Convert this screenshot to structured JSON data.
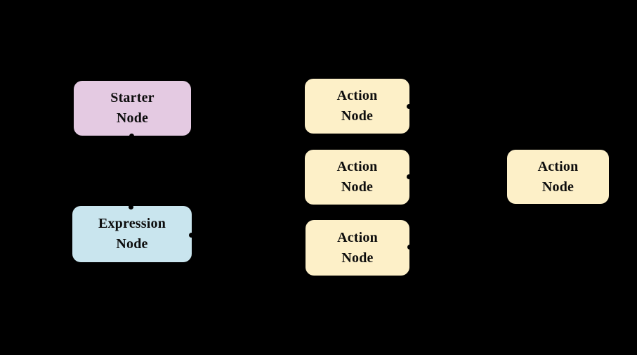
{
  "diagram": {
    "background_color": "#000000",
    "text_color": "#0d0d0d",
    "node_colors": {
      "starter": "#e4cae2",
      "expression": "#c9e5ee",
      "action": "#fdf0c8"
    },
    "port_color": "#000000"
  },
  "nodes": {
    "starter": {
      "label": "Starter\nNode",
      "color": "#e4cae2"
    },
    "expression": {
      "label": "Expression\nNode",
      "color": "#c9e5ee"
    },
    "action1": {
      "label": "Action\nNode",
      "color": "#fdf0c8"
    },
    "action2": {
      "label": "Action\nNode",
      "color": "#fdf0c8"
    },
    "action3": {
      "label": "Action\nNode",
      "color": "#fdf0c8"
    },
    "action4": {
      "label": "Action\nNode",
      "color": "#fdf0c8"
    }
  }
}
